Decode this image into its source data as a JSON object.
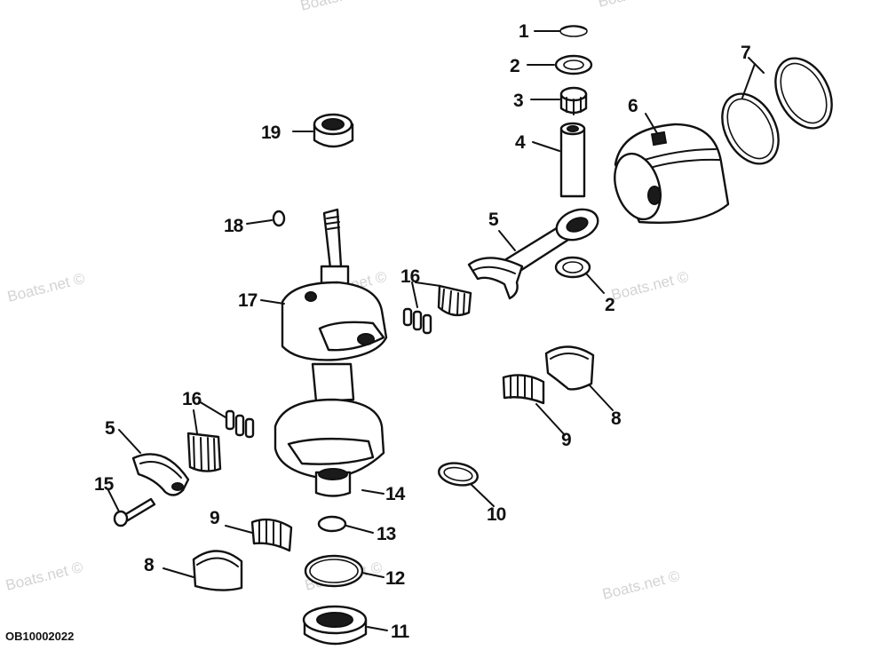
{
  "diagram_code": "OB10002022",
  "watermark": "Boats.net ©",
  "labels": {
    "l1": "1",
    "l2a": "2",
    "l2b": "2",
    "l3": "3",
    "l4": "4",
    "l5a": "5",
    "l5b": "5",
    "l6": "6",
    "l7": "7",
    "l8a": "8",
    "l8b": "8",
    "l9a": "9",
    "l9b": "9",
    "l10": "10",
    "l11": "11",
    "l12": "12",
    "l13": "13",
    "l14": "14",
    "l15": "15",
    "l16a": "16",
    "l16b": "16",
    "l17": "17",
    "l18": "18",
    "l19": "19"
  }
}
